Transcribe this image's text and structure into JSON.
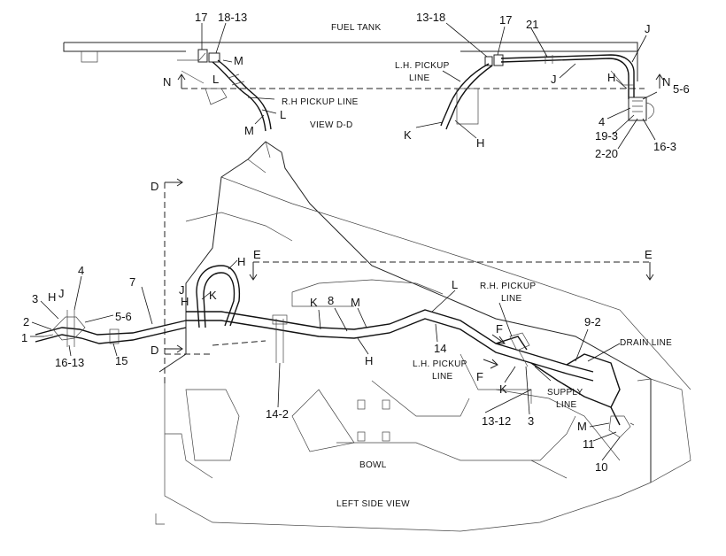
{
  "view_dd": {
    "fuel_tank": "FUEL TANK",
    "rh_pickup_line": "R.H PICKUP LINE",
    "lh_pickup_line_1": "L.H. PICKUP",
    "lh_pickup_line_2": "LINE",
    "view_title": "VIEW D-D",
    "labels": {
      "p17_left": "17",
      "p18_13": "18-13",
      "m_top_left": "M",
      "n_left": "N",
      "l_left": "L",
      "l_rh": "L",
      "m_rh": "M",
      "p13_18": "13-18",
      "p17_right": "17",
      "p21": "21",
      "j_top": "J",
      "j_mid": "J",
      "h_right": "H",
      "n_right": "N",
      "p5_6_right": "5-6",
      "p4_right": "4",
      "p19_3": "19-3",
      "p2_20": "2-20",
      "p16_3": "16-3",
      "k_left": "K",
      "h_left": "H"
    }
  },
  "left_side_view": {
    "title": "LEFT SIDE VIEW",
    "bowl": "BOWL",
    "rh_pickup_1": "R.H. PICKUP",
    "rh_pickup_2": "LINE",
    "lh_pickup_1": "L.H. PICKUP",
    "lh_pickup_2": "LINE",
    "drain_line": "DRAIN LINE",
    "supply_1": "SUPPLY",
    "supply_2": "LINE",
    "labels": {
      "d_top": "D",
      "d_bottom": "D",
      "e_left": "E",
      "e_right": "E",
      "h_top": "H",
      "j_mid": "J",
      "h_mid": "H",
      "k_mid": "K",
      "p7": "7",
      "p4": "4",
      "p3": "3",
      "h_far": "H",
      "j_far": "J",
      "p2": "2",
      "p1": "1",
      "p5_6": "5-6",
      "p16_13": "16-13",
      "p15": "15",
      "p14_2": "14-2",
      "k_center": "K",
      "p8": "8",
      "m_center": "M",
      "h_center": "H",
      "l_center": "L",
      "p14": "14",
      "f_top": "F",
      "f_bottom": "F",
      "k_right": "K",
      "p13_12": "13-12",
      "p3_right": "3",
      "p9_2": "9-2",
      "m_right": "M",
      "p11": "11",
      "p10": "10"
    }
  }
}
